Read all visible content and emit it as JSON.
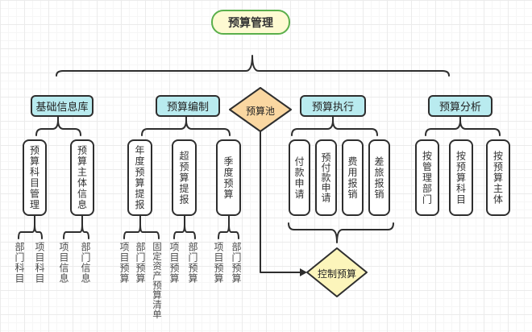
{
  "title": {
    "label": "预算管理"
  },
  "pool": {
    "label": "预算池"
  },
  "control": {
    "label": "控制预算"
  },
  "branches": [
    {
      "label": "基础信息库",
      "children": [
        {
          "label": "预算科目管理",
          "leaves": [
            "部门科目",
            "项目科目"
          ]
        },
        {
          "label": "预算主体信息",
          "leaves": [
            "项目信息",
            "部门信息"
          ]
        }
      ]
    },
    {
      "label": "预算编制",
      "children": [
        {
          "label": "年度预算提报",
          "leaves": [
            "项目预算",
            "部门预算",
            "固定资产预算清单"
          ]
        },
        {
          "label": "超预算提报",
          "leaves": [
            "项目预算",
            "部门预算"
          ]
        },
        {
          "label": "季度预算",
          "leaves": [
            "项目预算",
            "部门预算"
          ]
        }
      ]
    },
    {
      "label": "预算执行",
      "children": [
        {
          "label": "付款申请",
          "leaves": []
        },
        {
          "label": "预付款申请",
          "leaves": []
        },
        {
          "label": "费用报销",
          "leaves": []
        },
        {
          "label": "差旅报销",
          "leaves": []
        }
      ]
    },
    {
      "label": "预算分析",
      "children": [
        {
          "label": "按管理部门",
          "leaves": []
        },
        {
          "label": "按预算科目",
          "leaves": []
        },
        {
          "label": "按预算主体",
          "leaves": []
        }
      ]
    }
  ],
  "colors": {
    "title_fill": "#fdfad2",
    "title_border": "#5aaf4b",
    "branch_fill": "#b9ebef",
    "pool_fill": "#fad7a1",
    "control_fill": "#fcf5bb",
    "stroke": "#2e2e2e"
  }
}
